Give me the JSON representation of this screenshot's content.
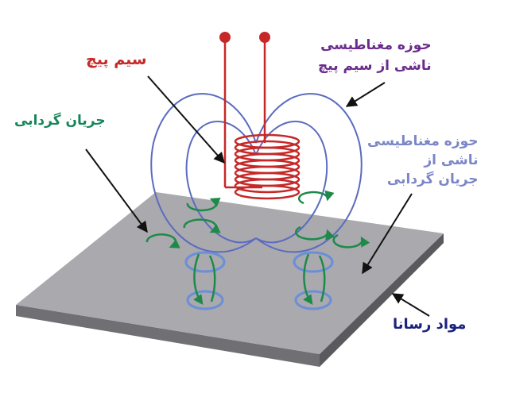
{
  "labels": {
    "coil": "سیم پیچ",
    "coil_field_line1": "حوزه مغناطیسی",
    "coil_field_line2": "ناشی از سیم پیچ",
    "eddy_current": "جریان گردابی",
    "eddy_field_line1": "حوزه مغناطیسی",
    "eddy_field_line2": "ناشی از",
    "eddy_field_line3": "جریان گردابی",
    "material": "مواد رسانا"
  },
  "colors": {
    "coil": "#c62828",
    "coil_field_label": "#6a2c8c",
    "field_lines": "#5b6bbf",
    "eddy_current": "#1e8a4a",
    "eddy_current_label": "#17855b",
    "eddy_field": "#6a8fd8",
    "eddy_field_label": "#7a86c6",
    "plate_top": "#a9a9ae",
    "plate_edge": "#6f6f74",
    "material_label": "#1a237e",
    "arrows": "#111111"
  }
}
